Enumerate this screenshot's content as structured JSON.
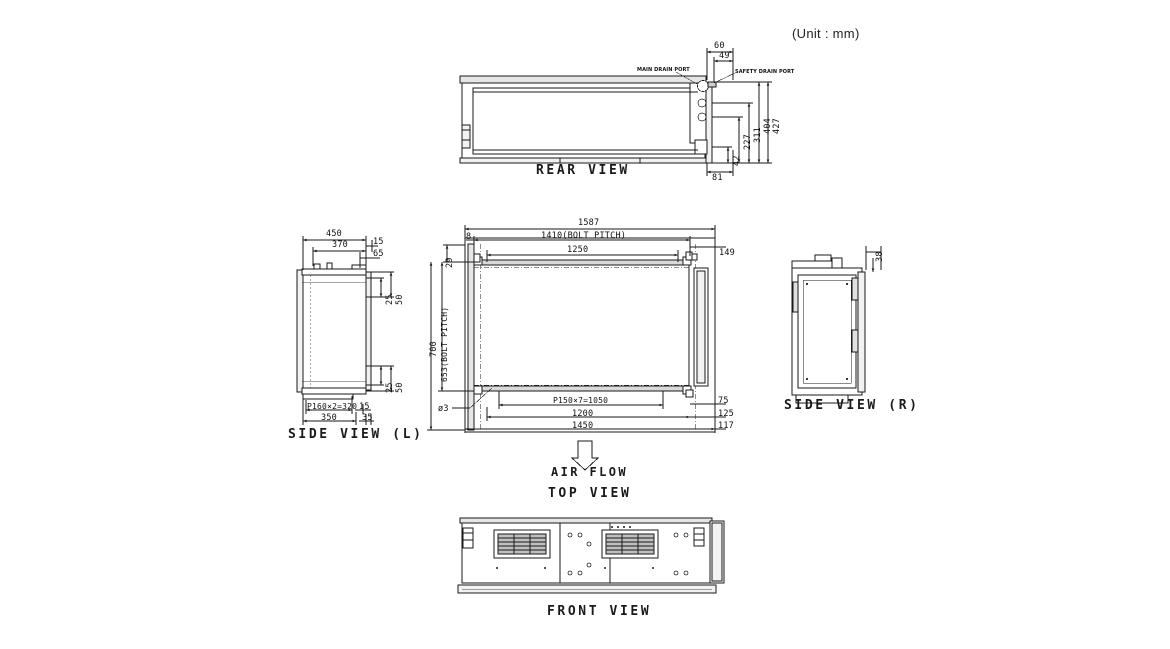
{
  "drawing": {
    "unit_note": "(Unit : mm)",
    "views": [
      {
        "id": "rear",
        "title": "REAR VIEW"
      },
      {
        "id": "side_l",
        "title": "SIDE VIEW (L)"
      },
      {
        "id": "top",
        "title": "TOP VIEW"
      },
      {
        "id": "side_r",
        "title": "SIDE VIEW (R)"
      },
      {
        "id": "front",
        "title": "FRONT VIEW"
      }
    ],
    "airflow_label": "AIR FLOW",
    "annotations": {
      "main_drain_port": "MAIN DRAIN PORT",
      "safety_drain_port": "SAFETY DRAIN PORT"
    },
    "dimensions": {
      "rear": {
        "d60": "60",
        "d49": "49",
        "d427": "427",
        "d404": "404",
        "d311": "311",
        "d227": "227",
        "d42": "42",
        "d81": "81"
      },
      "side_l": {
        "d450": "450",
        "d370": "370",
        "d15_top": "15",
        "d65": "65",
        "d25_top": "25",
        "d50_top": "50",
        "d25_bot": "25",
        "d50_bot": "50",
        "p160": "P160×2=320",
        "d15_bot": "15",
        "d350": "350",
        "d35": "35"
      },
      "top": {
        "d1587": "1587",
        "d1410": "1410(BOLT PITCH)",
        "d1250": "1250",
        "d8": "8",
        "d29": "29",
        "d149": "149",
        "d700": "700",
        "d653": "653(BOLT PITCH)",
        "dia3": "ø3",
        "p150": "P150×7=1050",
        "d1200": "1200",
        "d1450": "1450",
        "d75": "75",
        "d125": "125",
        "d117": "117"
      },
      "side_r": {
        "d38": "38"
      }
    },
    "colors": {
      "line": "#1a1a1a",
      "fill_light": "#f2f2f2",
      "fill_mid": "#d9d9d9",
      "background": "#ffffff"
    }
  }
}
